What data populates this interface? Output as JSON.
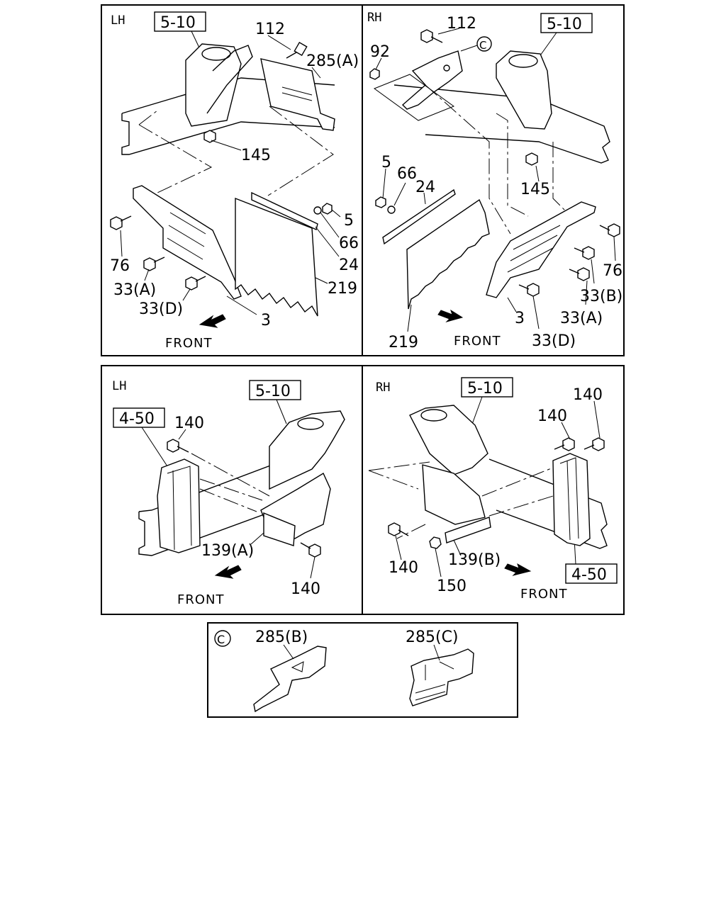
{
  "panels": {
    "top_lh": {
      "side": "LH",
      "ref": "5-10",
      "labels": [
        "112",
        "285(A)",
        "145",
        "5",
        "66",
        "24",
        "219",
        "3",
        "76",
        "33(A)",
        "33(D)"
      ],
      "front": "FRONT"
    },
    "top_rh": {
      "side": "RH",
      "ref": "5-10",
      "labels": [
        "112",
        "92",
        "5",
        "66",
        "24",
        "145",
        "76",
        "33(B)",
        "33(A)",
        "33(D)",
        "3",
        "219"
      ],
      "front": "FRONT",
      "callout": "C"
    },
    "bot_lh": {
      "side": "LH",
      "ref_a": "5-10",
      "ref_b": "4-50",
      "labels": [
        "140",
        "139(A)",
        "140"
      ],
      "front": "FRONT"
    },
    "bot_rh": {
      "side": "RH",
      "ref_a": "5-10",
      "ref_b": "4-50",
      "labels": [
        "140",
        "140",
        "140",
        "150",
        "139(B)"
      ],
      "front": "FRONT"
    }
  },
  "detail": {
    "callout": "C",
    "labels": [
      "285(B)",
      "285(C)"
    ]
  }
}
